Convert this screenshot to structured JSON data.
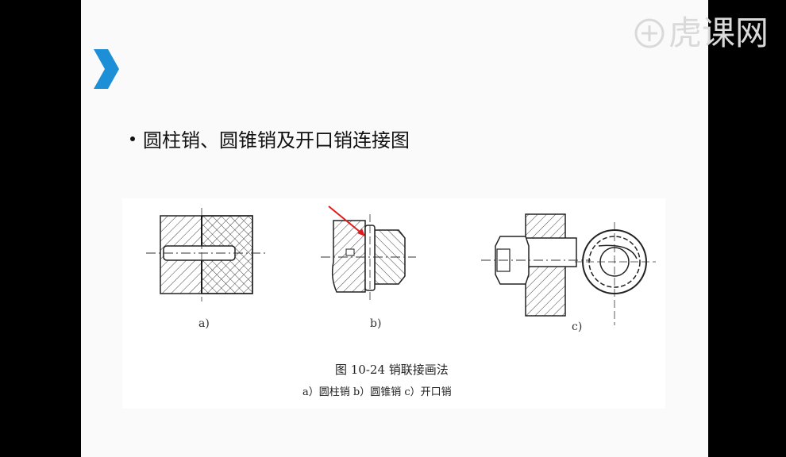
{
  "watermark": {
    "text": "虎课网",
    "icon": "tiger-logo-icon"
  },
  "slide": {
    "nav_icon": "chevron-right-icon",
    "bullet": "圆柱销、圆锥销及开口销连接图",
    "figure": {
      "labels": {
        "a": "a)",
        "b": "b)",
        "c": "c)"
      },
      "caption_main": "图 10-24    销联接画法",
      "caption_sub": "a）圆柱销   b）圆锥销   c）开口销",
      "annotation_arrow_color": "#e11b1b"
    }
  },
  "colors": {
    "accent": "#1c8fd6",
    "background": "#000000",
    "slide_bg": "#fafafa"
  }
}
